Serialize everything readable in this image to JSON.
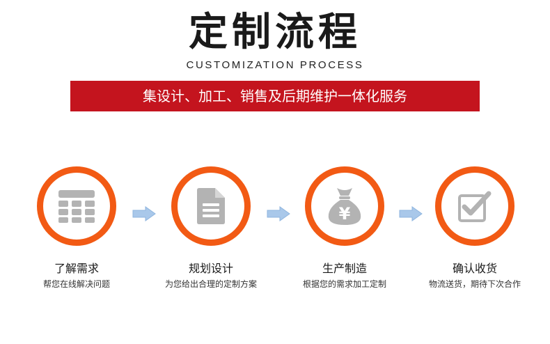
{
  "header": {
    "title": "定制流程",
    "subtitle": "CUSTOMIZATION PROCESS",
    "banner": "集设计、加工、销售及后期维护一体化服务"
  },
  "steps": [
    {
      "icon": "calculator-icon",
      "title": "了解需求",
      "desc": "帮您在线解决问题"
    },
    {
      "icon": "document-icon",
      "title": "规划设计",
      "desc": "为您给出合理的定制方案"
    },
    {
      "icon": "money-bag-icon",
      "title": "生产制造",
      "desc": "根据您的需求加工定制"
    },
    {
      "icon": "checkbox-icon",
      "title": "确认收货",
      "desc": "物流送货，期待下次合作"
    }
  ],
  "money_symbol": "¥",
  "colors": {
    "accent_orange": "#f25a14",
    "banner_red": "#c4141e",
    "icon_gray": "#b3b3b3",
    "arrow_blue": "#a9c8ea"
  }
}
